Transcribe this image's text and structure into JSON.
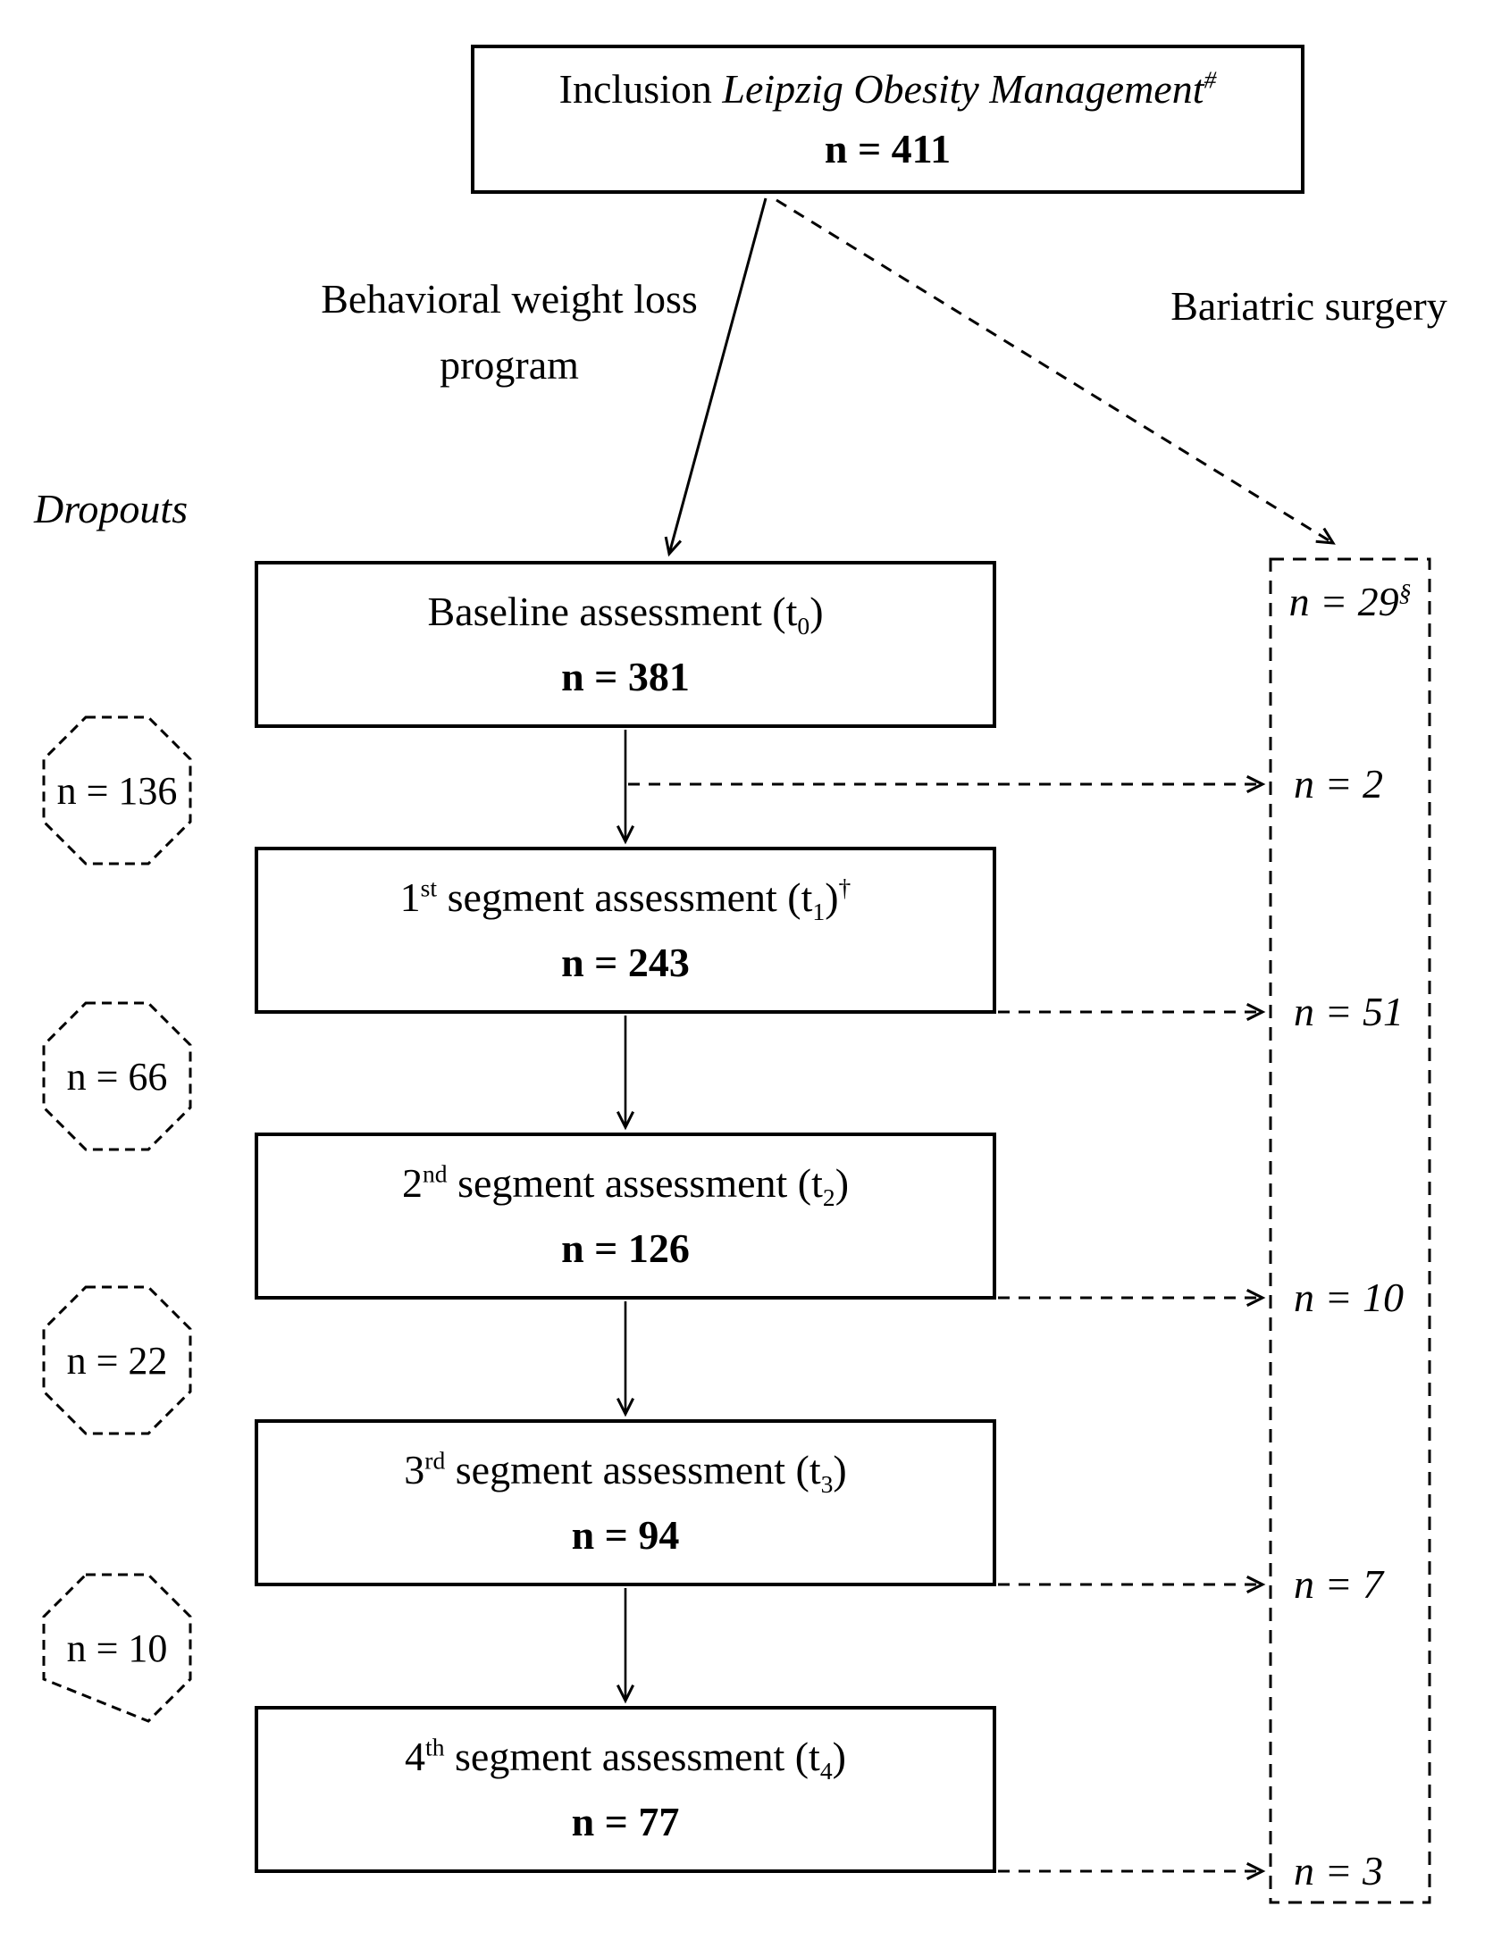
{
  "inclusion": {
    "prefix": "Inclusion ",
    "study": "Leipzig Obesity Management",
    "sup": "#",
    "n": "n = 411"
  },
  "branches": {
    "left_line1": "Behavioral weight loss",
    "left_line2": "program",
    "right": "Bariatric surgery"
  },
  "dropouts": {
    "label": "Dropouts",
    "items": [
      {
        "n": "n = 136"
      },
      {
        "n": "n = 66"
      },
      {
        "n": "n = 22"
      },
      {
        "n": "n = 10"
      }
    ]
  },
  "flow": {
    "boxes": [
      {
        "ordinal": "",
        "ordinal_sup": "",
        "title": "Baseline assessment (t",
        "sub": "0",
        "close": ")",
        "sup": "",
        "n": "n = 381"
      },
      {
        "ordinal": "1",
        "ordinal_sup": "st",
        "title": " segment assessment (t",
        "sub": "1",
        "close": ")",
        "sup": "†",
        "n": "n = 243"
      },
      {
        "ordinal": "2",
        "ordinal_sup": "nd",
        "title": " segment assessment (t",
        "sub": "2",
        "close": ")",
        "sup": "",
        "n": "n = 126"
      },
      {
        "ordinal": "3",
        "ordinal_sup": "rd",
        "title": " segment assessment (t",
        "sub": "3",
        "close": ")",
        "sup": "",
        "n": "n = 94"
      },
      {
        "ordinal": "4",
        "ordinal_sup": "th",
        "title": " segment assessment (t",
        "sub": "4",
        "close": ")",
        "sup": "",
        "n": "n = 77"
      }
    ]
  },
  "surgery": {
    "entry_n": "n = 29",
    "entry_sup": "§",
    "transfers": [
      "n = 2",
      "n = 51",
      "n = 10",
      "n = 7",
      "n = 3"
    ]
  }
}
